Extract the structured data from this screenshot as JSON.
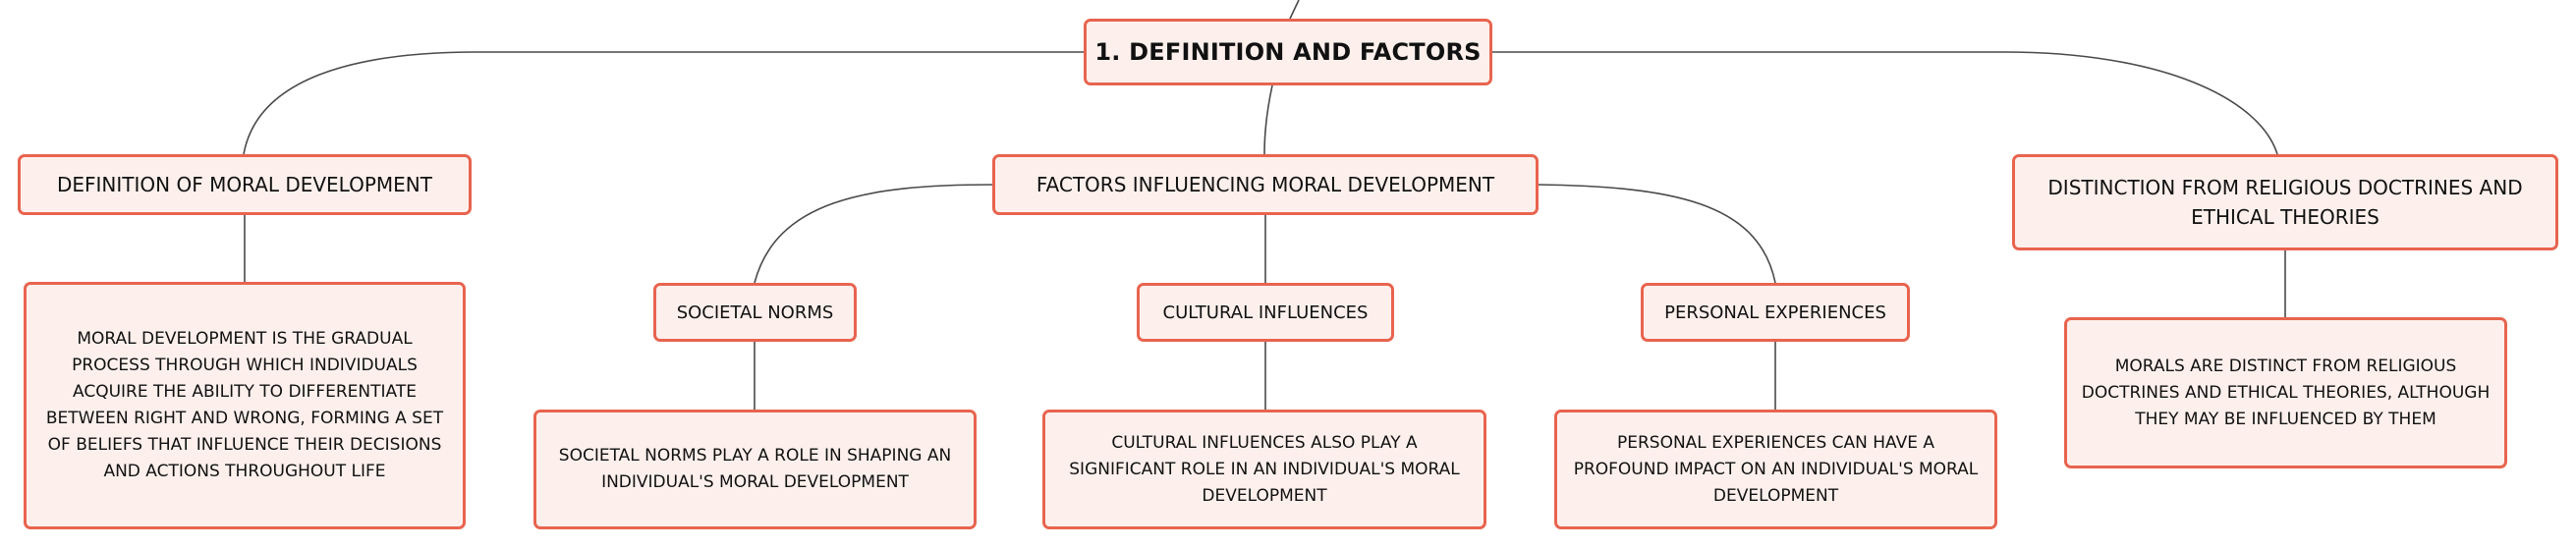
{
  "diagram": {
    "root": {
      "label": "1. DEFINITION AND FACTORS"
    },
    "branches": {
      "definition": {
        "label": "DEFINITION OF MORAL DEVELOPMENT",
        "detail": "MORAL DEVELOPMENT IS THE GRADUAL PROCESS THROUGH WHICH INDIVIDUALS ACQUIRE THE ABILITY TO DIFFERENTIATE BETWEEN RIGHT AND WRONG, FORMING A SET OF BELIEFS THAT INFLUENCE THEIR DECISIONS AND ACTIONS THROUGHOUT LIFE"
      },
      "factors": {
        "label": "FACTORS INFLUENCING MORAL DEVELOPMENT",
        "children": {
          "societal": {
            "label": "SOCIETAL NORMS",
            "detail": "SOCIETAL NORMS PLAY A ROLE IN SHAPING AN INDIVIDUAL'S MORAL DEVELOPMENT"
          },
          "cultural": {
            "label": "CULTURAL INFLUENCES",
            "detail": "CULTURAL INFLUENCES ALSO PLAY A SIGNIFICANT ROLE IN AN INDIVIDUAL'S MORAL DEVELOPMENT"
          },
          "personal": {
            "label": "PERSONAL EXPERIENCES",
            "detail": "PERSONAL EXPERIENCES CAN HAVE A PROFOUND IMPACT ON AN INDIVIDUAL'S MORAL DEVELOPMENT"
          }
        }
      },
      "distinction": {
        "label": "DISTINCTION FROM RELIGIOUS DOCTRINES AND ETHICAL THEORIES",
        "detail": "MORALS ARE DISTINCT FROM RELIGIOUS DOCTRINES AND ETHICAL THEORIES, ALTHOUGH THEY MAY BE INFLUENCED BY THEM"
      }
    }
  },
  "colors": {
    "node_border": "#e8644f",
    "node_fill": "#fdf0ec",
    "connector": "#4a4a4a",
    "text": "#111111"
  }
}
